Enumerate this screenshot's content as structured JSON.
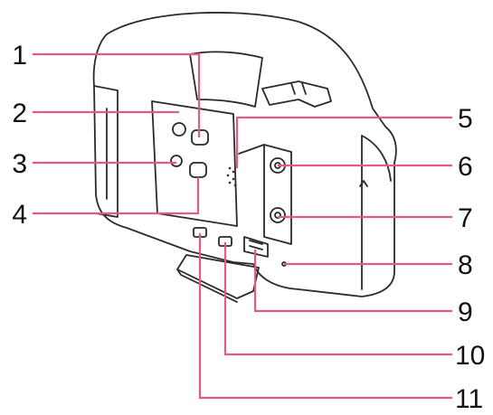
{
  "callouts": [
    {
      "id": 1,
      "label": "1"
    },
    {
      "id": 2,
      "label": "2"
    },
    {
      "id": 3,
      "label": "3"
    },
    {
      "id": 4,
      "label": "4"
    },
    {
      "id": 5,
      "label": "5"
    },
    {
      "id": 6,
      "label": "6"
    },
    {
      "id": 7,
      "label": "7"
    },
    {
      "id": 8,
      "label": "8"
    },
    {
      "id": 9,
      "label": "9"
    },
    {
      "id": 10,
      "label": "10"
    },
    {
      "id": 11,
      "label": "11"
    }
  ],
  "colors": {
    "leader": "#e05a8a",
    "outline": "#2a2a2a",
    "body_fill": "#ffffff"
  }
}
